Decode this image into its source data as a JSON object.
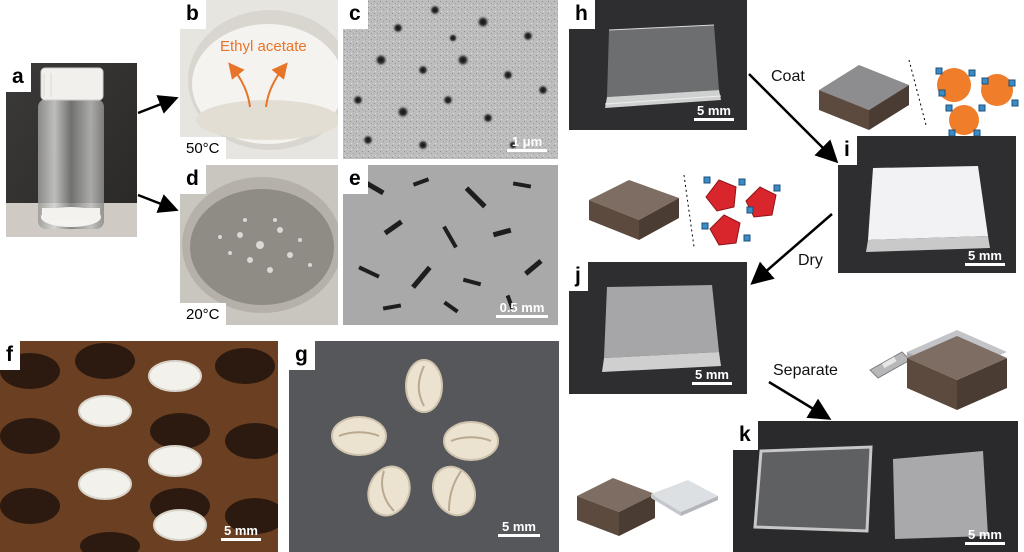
{
  "panels": {
    "a": {
      "letter": "a"
    },
    "b": {
      "letter": "b",
      "label": "Ethyl acetate",
      "temp": "50°C"
    },
    "c": {
      "letter": "c",
      "scale": "1 μm"
    },
    "d": {
      "letter": "d",
      "temp": "20°C"
    },
    "e": {
      "letter": "e",
      "scale": "0.5 mm"
    },
    "f": {
      "letter": "f",
      "scale": "5 mm"
    },
    "g": {
      "letter": "g",
      "scale": "5 mm"
    },
    "h": {
      "letter": "h",
      "scale": "5 mm"
    },
    "i": {
      "letter": "i",
      "scale": "5 mm"
    },
    "j": {
      "letter": "j",
      "scale": "5 mm"
    },
    "k": {
      "letter": "k",
      "scale": "5 mm"
    }
  },
  "steps": {
    "coat": "Coat",
    "dry": "Dry",
    "separate": "Separate"
  },
  "colors": {
    "annotation_orange": "#e8742a",
    "cube_top_grey": "#8d8d8f",
    "cube_side_brown": "#5c4a3e",
    "particle_orange": "#ef7d2a",
    "particle_red": "#d9262d",
    "polymer_blue": "#3a8cc7"
  }
}
